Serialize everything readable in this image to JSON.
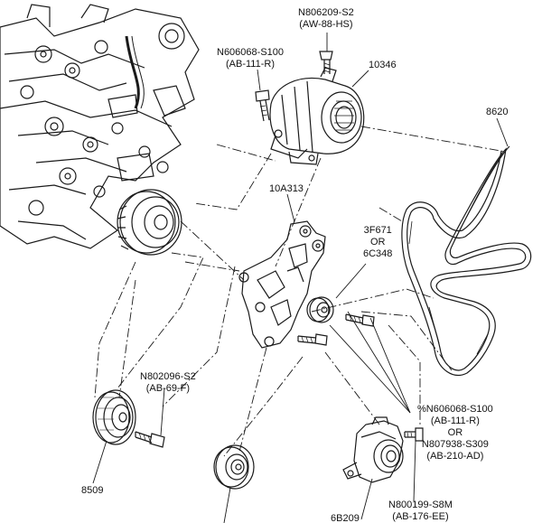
{
  "colors": {
    "line": "#1a1a1a",
    "fill": "#ffffff",
    "shade": "#d9d9d9"
  },
  "labels": {
    "l_n806209": [
      "N806209-S2",
      "(AW-88-HS)"
    ],
    "l_n606068_top": [
      "N606068-S100",
      "(AB-111-R)"
    ],
    "l_10346": [
      "10346"
    ],
    "l_8620": [
      "8620"
    ],
    "l_10a313": [
      "10A313"
    ],
    "l_3f671": [
      "3F671",
      "OR",
      "6C348"
    ],
    "l_n802096": [
      "N802096-S2",
      "(AB-69-F)"
    ],
    "l_pct_n606068": [
      "%N606068-S100",
      "(AB-111-R)",
      "OR",
      "N807938-S309",
      "(AB-210-AD)"
    ],
    "l_8509": [
      "8509"
    ],
    "l_n800199": [
      "N800199-S8M",
      "(AB-176-EE)"
    ],
    "l_6b209": [
      "6B209"
    ]
  }
}
